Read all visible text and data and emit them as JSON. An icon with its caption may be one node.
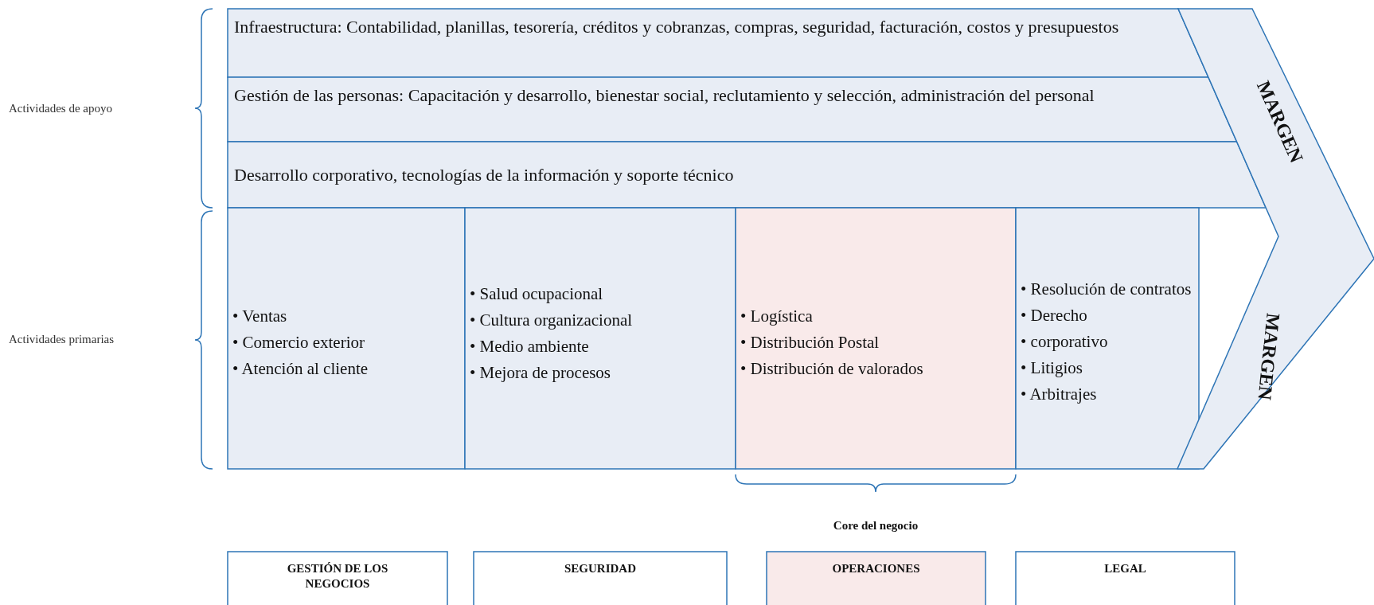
{
  "diagram": {
    "nodes": [
      {
        "text": [
          "Infraestructura: Contabilidad, planillas, tesorería, créditos y cobranzas, compras, seguridad, facturación, costos y presupuestos"
        ]
      },
      {
        "text": [
          "Gestión de las personas: Capacitación y desarrollo, bienestar social, reclutamiento y selección, administración del personal"
        ]
      },
      {
        "text": [
          "Desarrollo corporativo, tecnologías de la información y soporte técnico"
        ]
      },
      {
        "text": [
          "• Ventas",
          "• Comercio exterior",
          "• Atención al cliente"
        ]
      },
      {
        "text": [
          "• Salud ocupacional",
          "• Cultura organizacional",
          "• Medio ambiente",
          "• Mejora de procesos"
        ]
      },
      {
        "text": [
          "• Logística",
          "• Distribución Postal",
          "• Distribución de valorados"
        ]
      },
      {
        "text": [
          "• Resolución de contratos",
          "• Derecho",
          "• corporativo",
          "• Litigios",
          "• Arbitrajes"
        ]
      },
      {
        "text": [
          "MARGEN",
          "MARGEN"
        ]
      },
      {
        "text": [
          "GESTIÓN DE LOS NEGOCIOS"
        ]
      },
      {
        "text": [
          "SEGURIDAD"
        ]
      },
      {
        "text": [
          "OPERACIONES"
        ]
      },
      {
        "text": [
          "LEGAL"
        ]
      }
    ],
    "labels": [
      "Actividades de apoyo",
      "Actividades primarias",
      "Core del negocio"
    ]
  }
}
